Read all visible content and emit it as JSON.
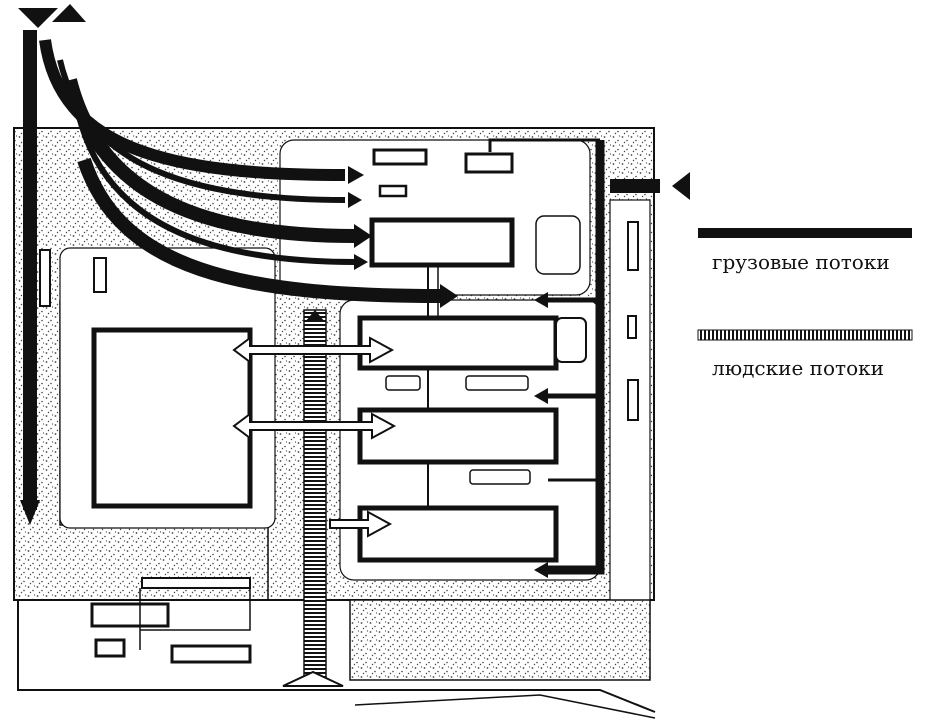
{
  "legend": {
    "cargo_label": "грузовые потоки",
    "people_label": "людские потоки"
  },
  "colors": {
    "ink": "#111111",
    "paper": "#ffffff",
    "stipple": "#4a4a4a"
  },
  "diagram": {
    "kind": "site-plan-flow-diagram",
    "flow_types": [
      "cargo",
      "people"
    ]
  }
}
